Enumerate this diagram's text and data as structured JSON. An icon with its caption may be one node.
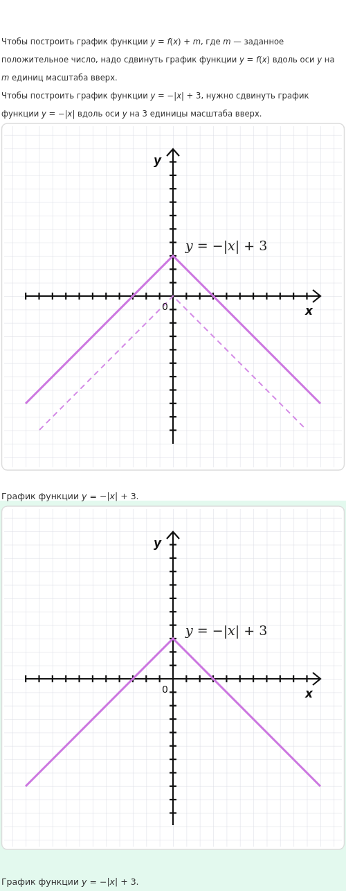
{
  "diagram": {
    "labels": [
      "Чтобы построить график функции *y* = *f*(*x*) + *m*, где *m* — заданное положительное число, надо сдвинуть график функции *y* = *f*(*x*) вдоль оси *y* на *m* единиц масштаба вверх.",
      "Чтобы построить график функции *y* = −|*x*| + 3, нужно сдвинуть график функции *y* = −|*x*| вдоль оси *y* на 3 единицы масштаба вверх.",
      "y",
      "*y* = −|*x*| + 3",
      "x",
      "0",
      "График функции *y* = −|*x*| + 3.",
      "y",
      "*y* = −|*x*| + 3",
      "x",
      "0",
      "График функции *y* = −|*x*| + 3."
    ]
  }
}
